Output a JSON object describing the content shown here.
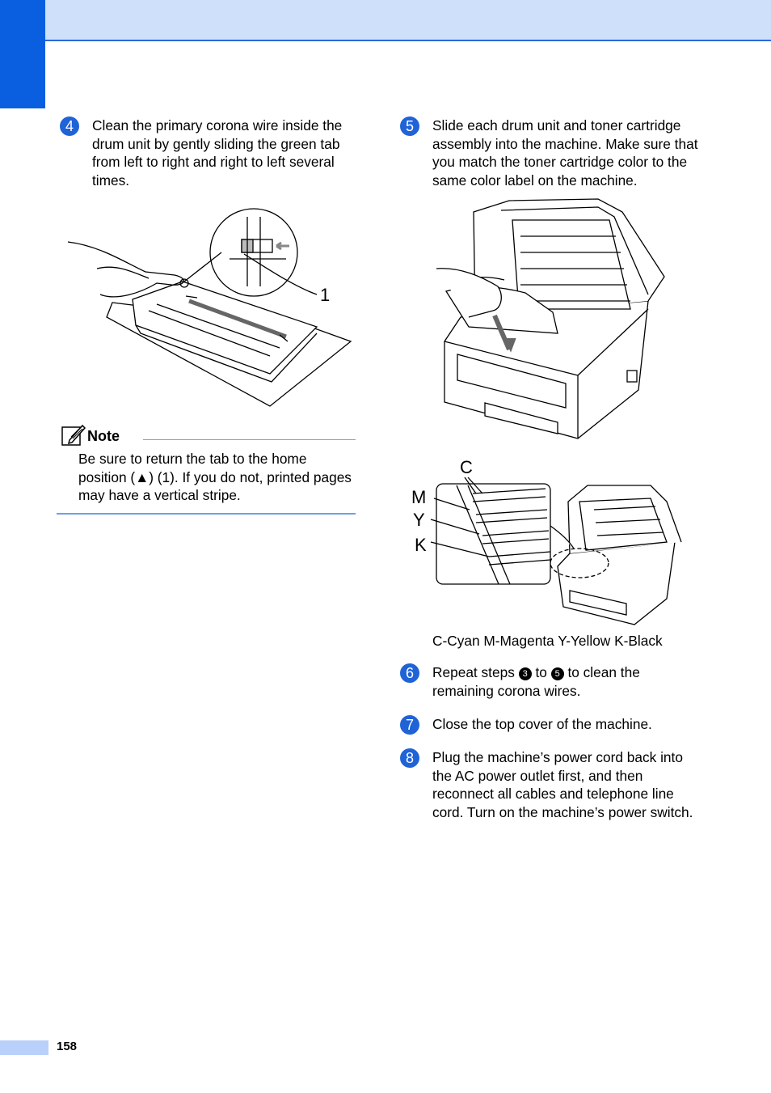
{
  "steps": {
    "step4": {
      "number": "4",
      "text": "Clean the primary corona wire inside the drum unit by gently sliding the green tab from left to right and right to left several times."
    },
    "step5": {
      "number": "5",
      "text": "Slide each drum unit and toner cartridge assembly into the machine. Make sure that you match the toner cartridge color to the same color label on the machine."
    },
    "step6": {
      "number": "6",
      "text_before": "Repeat steps ",
      "ref_from": "3",
      "text_middle": " to ",
      "ref_to": "5",
      "text_after": " to clean the remaining corona wires."
    },
    "step7": {
      "number": "7",
      "text": "Close the top cover of the machine."
    },
    "step8": {
      "number": "8",
      "text": "Plug the machine’s power cord back into the AC power outlet first, and then reconnect all cables and telephone line cord. Turn on the machine’s power switch."
    }
  },
  "note": {
    "title": "Note",
    "text": "Be sure to return the tab to the home position (▲) (1). If you do not, printed pages may have a vertical stripe."
  },
  "figure1": {
    "callout": "1"
  },
  "figure3": {
    "labels": {
      "c": "C",
      "m": "M",
      "y": "Y",
      "k": "K"
    }
  },
  "caption": "C-Cyan M-Magenta Y-Yellow K-Black",
  "footer": {
    "page_number": "158"
  },
  "colors": {
    "header_band": "#cfe0fb",
    "side_tab": "#0a5fe0",
    "step_badge": "#1f63d6",
    "note_rule": "#6fa0e8"
  }
}
